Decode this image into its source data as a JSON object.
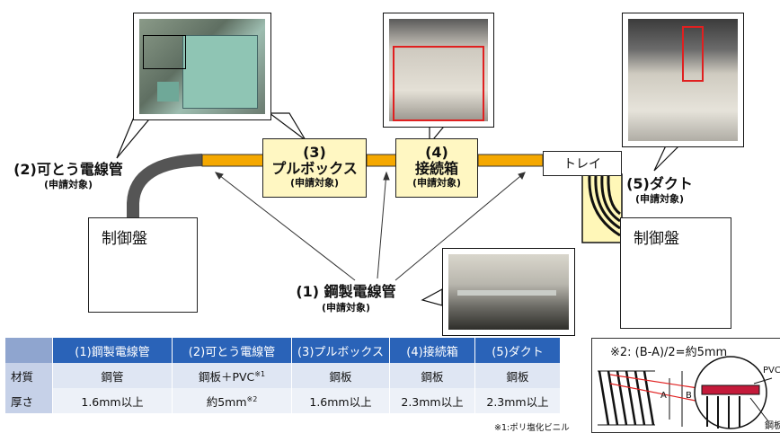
{
  "labels": {
    "pullbox": {
      "num": "(3)",
      "name": "プルボックス",
      "tag": "(申請対象)"
    },
    "junction": {
      "num": "(4)",
      "name": "接続箱",
      "tag": "(申請対象)"
    },
    "flex": {
      "name": "(2)可とう電線管",
      "tag": "(申請対象)"
    },
    "duct": {
      "name": "(5)ダクト",
      "tag": "(申請対象)"
    },
    "steel": {
      "name": "(1) 鋼製電線管",
      "tag": "(申請対象)"
    },
    "tray": "トレイ",
    "panel_left": "制御盤",
    "panel_right": "制御盤"
  },
  "table": {
    "headers": [
      "",
      "(1)鋼製電線管",
      "(2)可とう電線管",
      "(3)プルボックス",
      "(4)接続箱",
      "(5)ダクト"
    ],
    "rows": [
      {
        "label": "材質",
        "cells": [
          "鋼管",
          "鋼板＋PVC",
          "鋼板",
          "鋼板",
          "鋼板"
        ],
        "sup": "※1"
      },
      {
        "label": "厚さ",
        "cells": [
          "1.6mm以上",
          "約5mm",
          "1.6mm以上",
          "2.3mm以上",
          "2.3mm以上"
        ],
        "sup": "※2"
      }
    ],
    "footnote": "※1:ポリ塩化ビニル"
  },
  "inset": {
    "formula": "※2: (B-A)/2=約5mm",
    "label_a": "A",
    "label_b": "B",
    "label_pvc": "PVC",
    "label_steel": "鋼板"
  },
  "colors": {
    "conduit": "#f5a800",
    "flex": "#555555",
    "label_fill": "#fff7c2",
    "table_head": "#2a63b8",
    "highlight": "#e02020"
  }
}
